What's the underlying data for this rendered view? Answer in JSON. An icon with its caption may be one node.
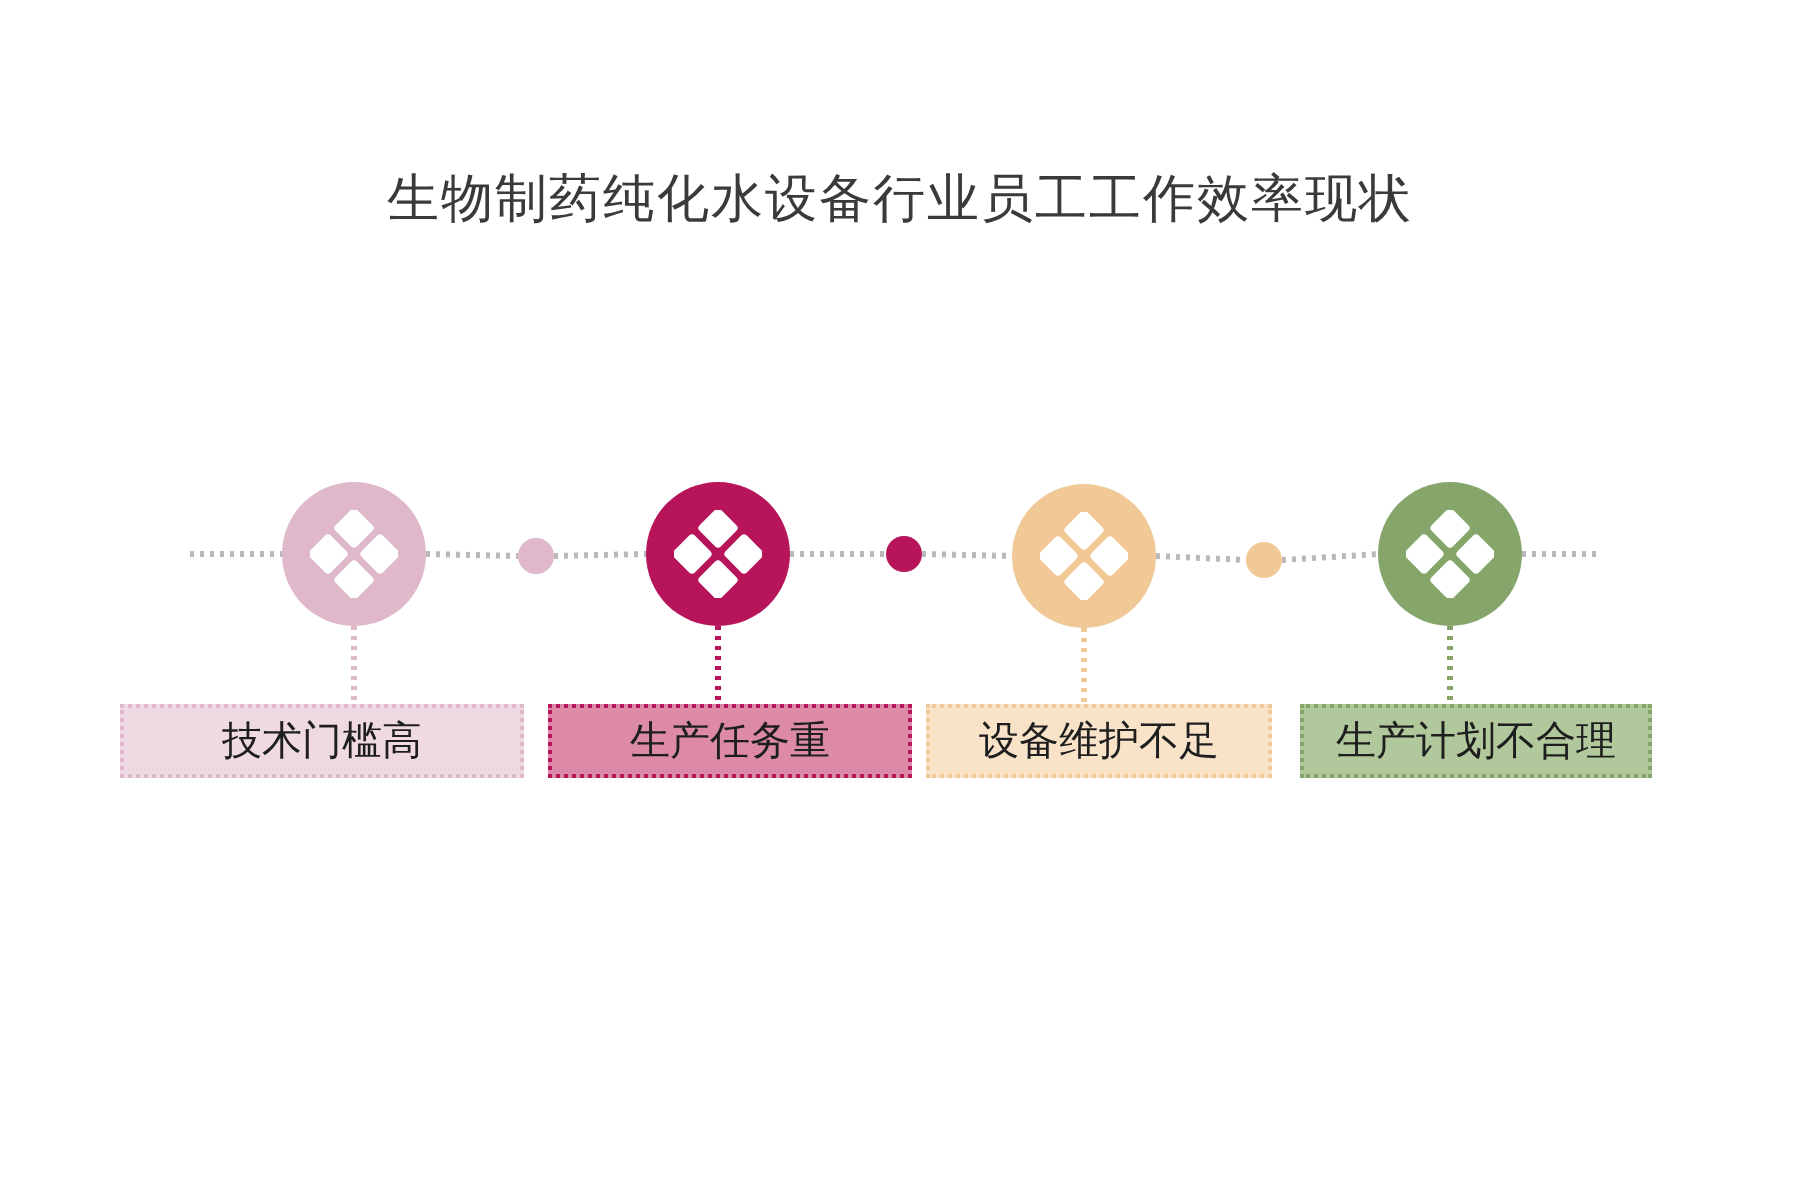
{
  "diagram": {
    "title": "生物制药纯化水设备行业员工工作效率现状",
    "nodes": [
      {
        "text": [],
        "shape": "circle"
      },
      {
        "text": [],
        "shape": "circle"
      },
      {
        "text": [],
        "shape": "circle"
      },
      {
        "text": [],
        "shape": "circle"
      },
      {
        "text": [],
        "shape": "circle"
      },
      {
        "text": [],
        "shape": "circle"
      },
      {
        "text": [],
        "shape": "circle"
      },
      {
        "text": [
          "技术门槛高"
        ]
      },
      {
        "text": [
          "生产任务重"
        ]
      },
      {
        "text": [
          "设备维护不足"
        ]
      },
      {
        "text": [
          "生产计划不合理"
        ]
      }
    ],
    "edges": [
      {
        "from": null,
        "to": 0,
        "arrow": "none",
        "style": "dashed"
      },
      {
        "from": 0,
        "to": 1,
        "arrow": "none",
        "style": "dashed"
      },
      {
        "from": 1,
        "to": 2,
        "arrow": "none",
        "style": "dashed"
      },
      {
        "from": 2,
        "to": 3,
        "arrow": "none",
        "style": "dashed"
      },
      {
        "from": 3,
        "to": 4,
        "arrow": "none",
        "style": "dashed"
      },
      {
        "from": 4,
        "to": 5,
        "arrow": "none",
        "style": "dashed"
      },
      {
        "from": 5,
        "to": 6,
        "arrow": "none",
        "style": "dashed"
      },
      {
        "from": 6,
        "to": null,
        "arrow": "none",
        "style": "dashed"
      },
      {
        "from": 0,
        "to": 7,
        "arrow": "none",
        "style": "dashed",
        "color": "#dfb8ca"
      },
      {
        "from": 2,
        "to": 8,
        "arrow": "none",
        "style": "dashed",
        "color": "#b8145a"
      },
      {
        "from": 4,
        "to": 9,
        "arrow": "none",
        "style": "dashed",
        "color": "#f0c996"
      },
      {
        "from": 6,
        "to": 10,
        "arrow": "none",
        "style": "dashed",
        "color": "#86a56b"
      }
    ]
  }
}
